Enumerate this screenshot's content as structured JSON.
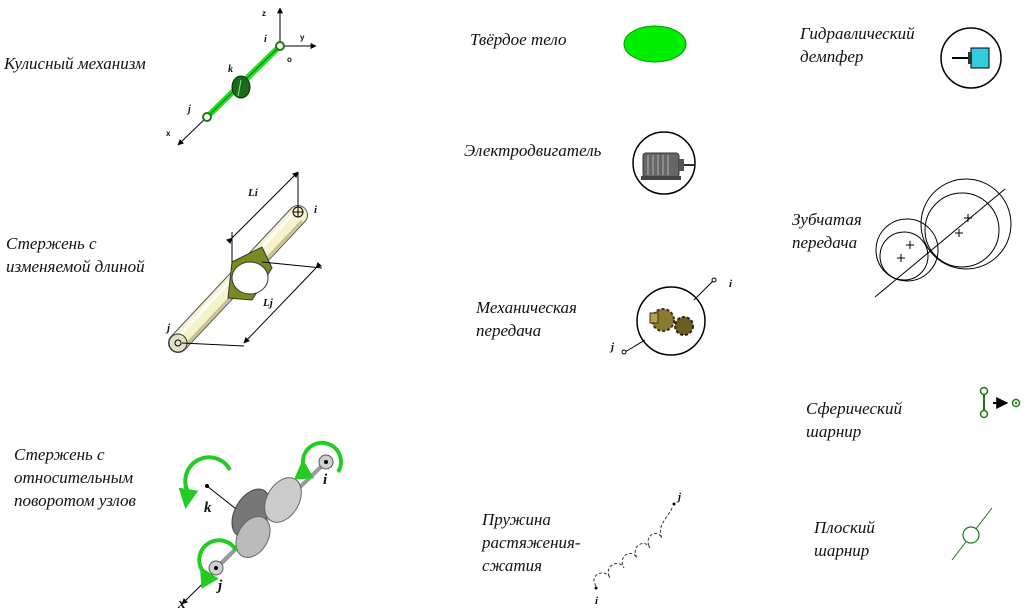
{
  "items": {
    "kulisny": {
      "lines": [
        "Кулисный механизм"
      ],
      "marks": [
        "i",
        "k",
        "j"
      ],
      "axes": [
        "z",
        "y",
        "x",
        "o"
      ]
    },
    "sterzhen_dlina": {
      "lines": [
        "Стержень с",
        "изменяемой длиной"
      ],
      "marks": [
        "Li",
        "Lj",
        "i",
        "j"
      ]
    },
    "sterzhen_povorot": {
      "lines": [
        "Стержень с",
        "относительным",
        "поворотом узлов"
      ],
      "marks": [
        "k",
        "i",
        "j",
        "x"
      ]
    },
    "tverdoe_telo": {
      "lines": [
        "Твёрдое тело"
      ]
    },
    "elektrodvigatel": {
      "lines": [
        "Электродвигатель"
      ]
    },
    "mekh_peredacha": {
      "lines": [
        "Механическая",
        "передача"
      ],
      "marks": [
        "i",
        "j"
      ]
    },
    "pruzhina": {
      "lines": [
        "Пружина",
        "растяжения-",
        "сжатия"
      ],
      "marks": [
        "j",
        "i"
      ]
    },
    "gidro_dempfer": {
      "lines": [
        "Гидравлический",
        "демпфер"
      ]
    },
    "zubchataya": {
      "lines": [
        "Зубчатая",
        "передача"
      ]
    },
    "sfer_sharnir": {
      "lines": [
        "Сферический",
        "шарнир"
      ]
    },
    "plosky_sharnir": {
      "lines": [
        "Плоский",
        "шарнир"
      ]
    }
  },
  "colors": {
    "green": "#22dd22",
    "dark_green": "#1a7a1a",
    "cyan": "#33ccdd",
    "cylinder": "#f6f2cc",
    "gear": "#8a7a30"
  }
}
